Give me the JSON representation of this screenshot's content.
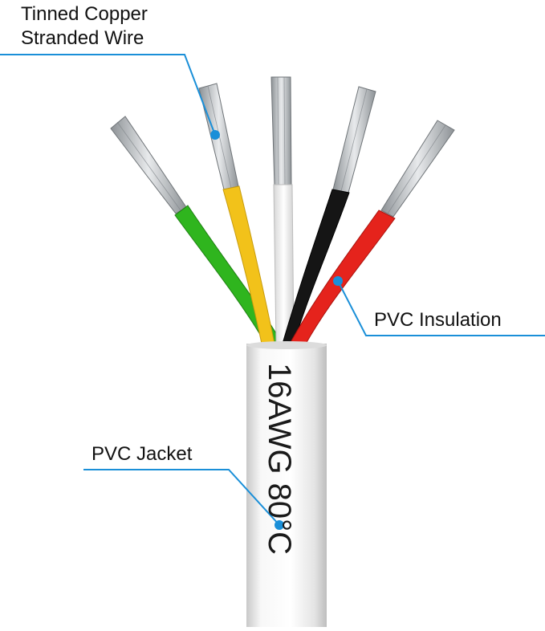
{
  "labels": {
    "conductor_line1": "Tinned Copper",
    "conductor_line2": "Stranded Wire",
    "insulation": "PVC Insulation",
    "jacket": "PVC Jacket"
  },
  "cable_print": "16AWG  80°C",
  "colors": {
    "callout": "#1a8fd8",
    "wire_green": "#2fb51e",
    "wire_yellow": "#f2c21a",
    "wire_white": "#f4f4f4",
    "wire_black": "#151515",
    "wire_red": "#e5231c",
    "jacket": "#ececec",
    "copper_strands": "#b9bdc2"
  }
}
